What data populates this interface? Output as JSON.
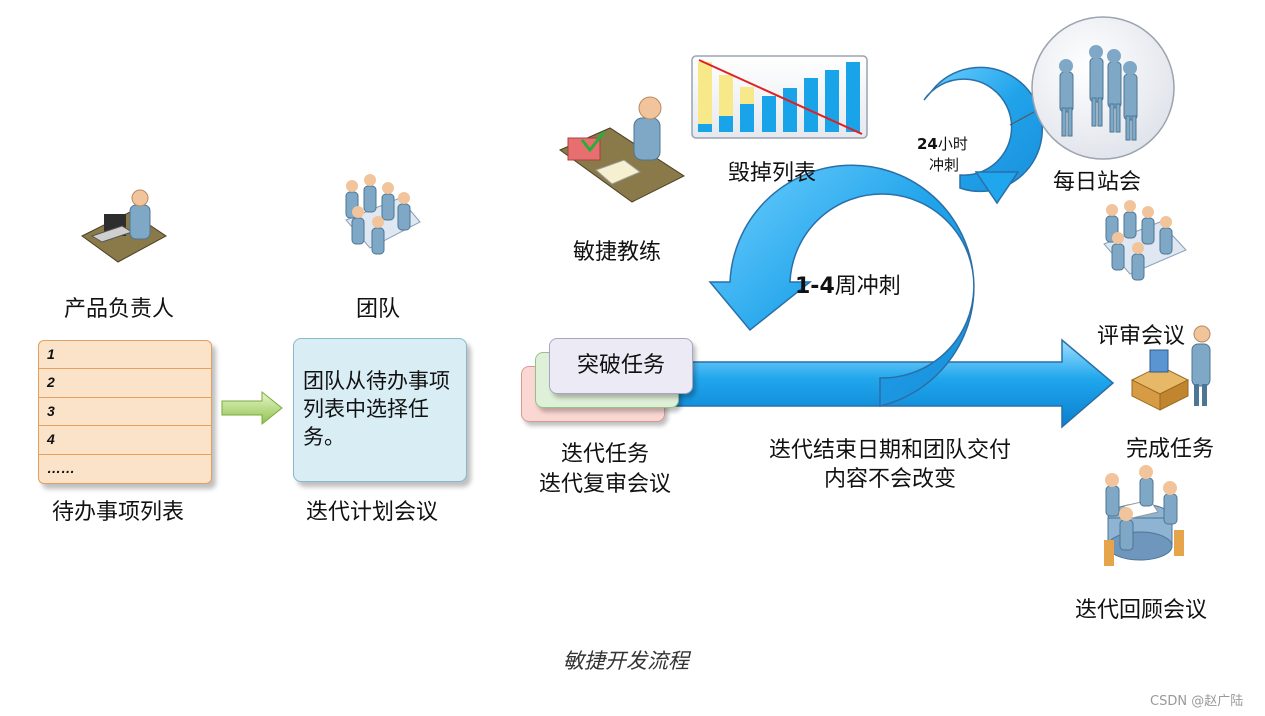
{
  "roles": {
    "product_owner": "产品负责人",
    "team": "团队",
    "agile_coach": "敏捷教练",
    "burndown": "毁掉列表",
    "daily_standup": "每日站会"
  },
  "backlog": {
    "label": "待办事项列表",
    "rows": [
      "1",
      "2",
      "3",
      "4",
      "……"
    ]
  },
  "planning": {
    "label": "迭代计划会议",
    "box_text": "团队从待办事项列表中选择任务。"
  },
  "tasks": {
    "card_text": "突破任务",
    "label_line1": "迭代任务",
    "label_line2": "迭代复审会议"
  },
  "cycles": {
    "daily_bold": "24",
    "daily_rest": "小时",
    "daily_line2": "冲刺",
    "sprint_bold": "1-4",
    "sprint_rest": "周冲刺"
  },
  "note": {
    "line1": "迭代结束日期和团队交付",
    "line2": "内容不会改变"
  },
  "outcomes": {
    "review": "评审会议",
    "done": "完成任务",
    "retro": "迭代回顾会议"
  },
  "caption": "敏捷开发流程",
  "watermark": "CSDN @赵广陆",
  "colors": {
    "arrow_blue": "#1fa6ec",
    "arrow_light": "#9ee0ff",
    "arrow_outline": "#2a6fa8",
    "backlog_fill": "#fbe3c9",
    "plan_fill": "#d9edf5",
    "figure_body": "#7fa7c6",
    "skin": "#f2c49b",
    "burndown_line": "#e02020"
  },
  "icons": [
    "product-owner-icon",
    "team-meeting-icon",
    "agile-coach-icon",
    "burndown-chart-icon",
    "standup-people-icon",
    "review-meeting-icon",
    "delivery-box-icon",
    "retrospective-icon"
  ]
}
